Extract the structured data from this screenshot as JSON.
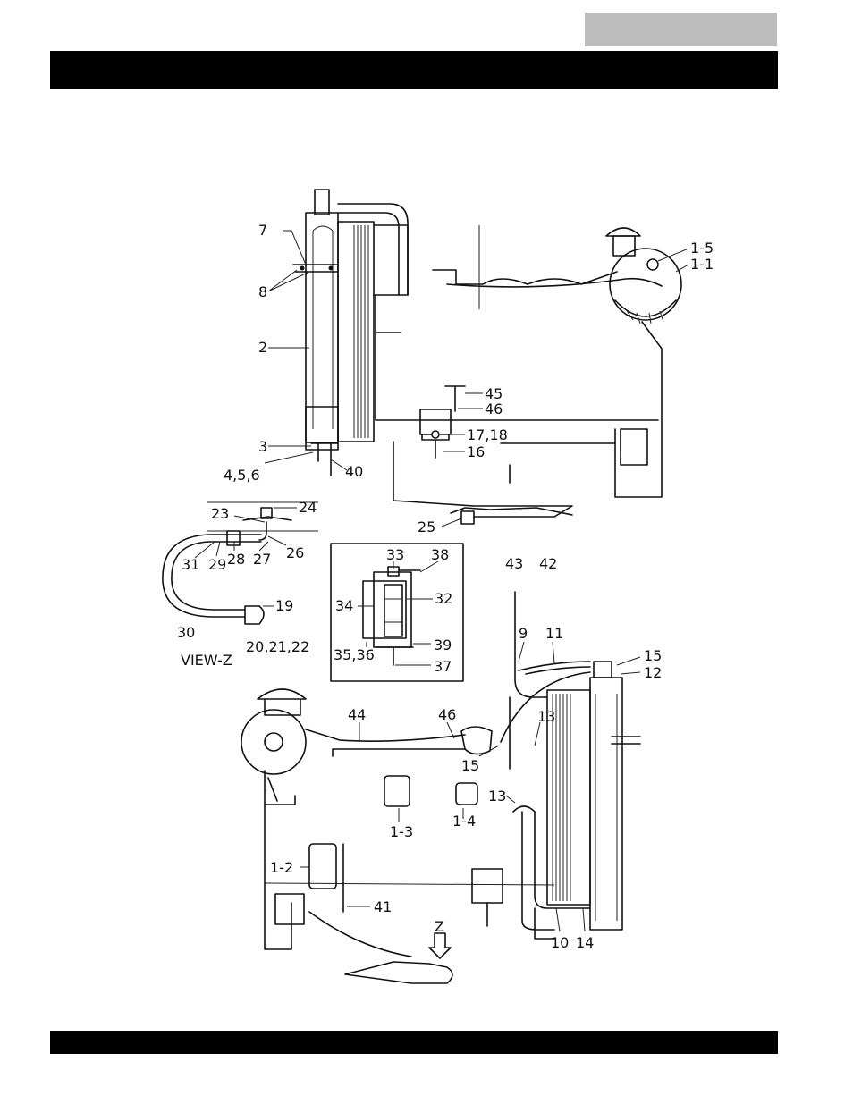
{
  "page": {
    "header_tab_color": "#bdbdbd",
    "bar_color": "#000000"
  },
  "labels": {
    "l7": "7",
    "l8": "8",
    "l2": "2",
    "l3": "3",
    "l456": "4,5,6",
    "l40": "40",
    "l1_5": "1-5",
    "l1_1": "1-1",
    "l45": "45",
    "l46a": "46",
    "l1718": "17,18",
    "l16": "16",
    "l25": "25",
    "l24": "24",
    "l23": "23",
    "l26": "26",
    "l27": "27",
    "l28": "28",
    "l29": "29",
    "l31": "31",
    "l30": "30",
    "l19": "19",
    "l202122": "20,21,22",
    "view_z": "VIEW-Z",
    "l33": "33",
    "l38": "38",
    "l34": "34",
    "l32": "32",
    "l3536": "35,36",
    "l39": "39",
    "l37": "37",
    "l43": "43",
    "l42": "42",
    "l9": "9",
    "l11": "11",
    "l15a": "15",
    "l12": "12",
    "l44": "44",
    "l46b": "46",
    "l13a": "13",
    "l15b": "15",
    "l13b": "13",
    "l1_3": "1-3",
    "l1_4": "1-4",
    "l1_2": "1-2",
    "l41": "41",
    "l10": "10",
    "l14": "14",
    "lz": "Z"
  }
}
